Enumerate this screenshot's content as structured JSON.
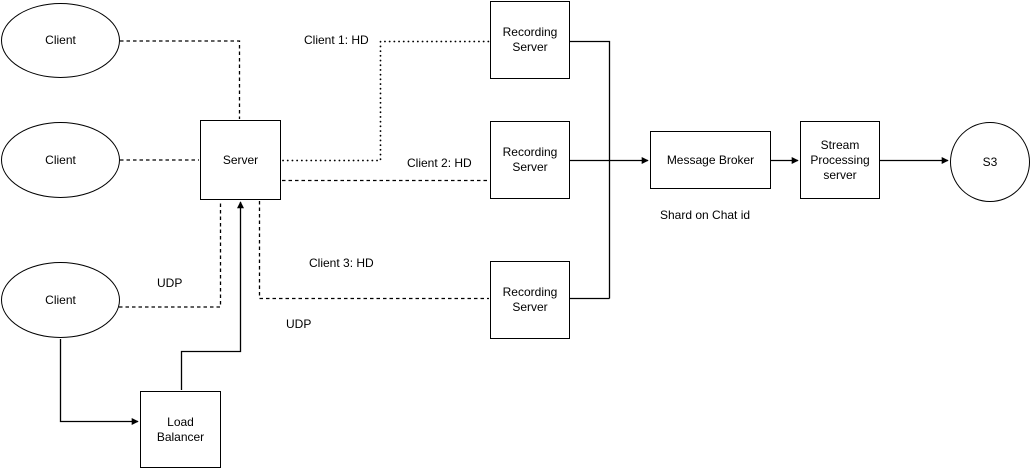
{
  "diagram": {
    "background": "#ffffff",
    "stroke_color": "#000000",
    "nodes": {
      "client_top": {
        "label": "Client",
        "shape": "ellipse"
      },
      "client_mid": {
        "label": "Client",
        "shape": "ellipse"
      },
      "client_bottom": {
        "label": "Client",
        "shape": "ellipse"
      },
      "server": {
        "label": "Server",
        "shape": "rectangle"
      },
      "recording_server_1": {
        "label": "Recording Server",
        "shape": "rectangle"
      },
      "recording_server_2": {
        "label": "Recording Server",
        "shape": "rectangle"
      },
      "recording_server_3": {
        "label": "Recording Server",
        "shape": "rectangle"
      },
      "load_balancer": {
        "label": "Load Balancer",
        "shape": "rectangle"
      },
      "message_broker": {
        "label": "Message Broker",
        "shape": "rectangle"
      },
      "stream_processing_server": {
        "label": "Stream Processing server",
        "shape": "rectangle"
      },
      "s3": {
        "label": "S3",
        "shape": "circle"
      }
    },
    "edge_labels": {
      "client1_stream": "Client 1: HD",
      "client2_stream": "Client 2: HD",
      "client3_stream": "Client 3: HD",
      "udp_label_1": "UDP",
      "udp_label_2": "UDP",
      "shard_note": "Shard on Chat id"
    },
    "edges": [
      {
        "from": "client_top",
        "to": "server",
        "style": "dashed"
      },
      {
        "from": "client_mid",
        "to": "server",
        "style": "dashed"
      },
      {
        "from": "client_bottom",
        "to": "server",
        "style": "dashed",
        "label": "UDP"
      },
      {
        "from": "server",
        "to": "recording_server_1",
        "style": "dotted",
        "label": "Client 1: HD"
      },
      {
        "from": "server",
        "to": "recording_server_2",
        "style": "dashed",
        "label": "Client 2: HD"
      },
      {
        "from": "server",
        "to": "recording_server_3",
        "style": "dashed",
        "label": "Client 3: HD"
      },
      {
        "from": "client_bottom",
        "to": "load_balancer",
        "style": "solid-arrow"
      },
      {
        "from": "load_balancer",
        "to": "server",
        "style": "solid-arrow",
        "label": "UDP"
      },
      {
        "from": "recording_server_1",
        "to": "message_broker",
        "style": "solid"
      },
      {
        "from": "recording_server_2",
        "to": "message_broker",
        "style": "solid-arrow"
      },
      {
        "from": "recording_server_3",
        "to": "message_broker",
        "style": "solid"
      },
      {
        "from": "message_broker",
        "to": "stream_processing_server",
        "style": "solid-arrow",
        "note": "Shard on Chat id"
      },
      {
        "from": "stream_processing_server",
        "to": "s3",
        "style": "solid-arrow"
      }
    ]
  }
}
